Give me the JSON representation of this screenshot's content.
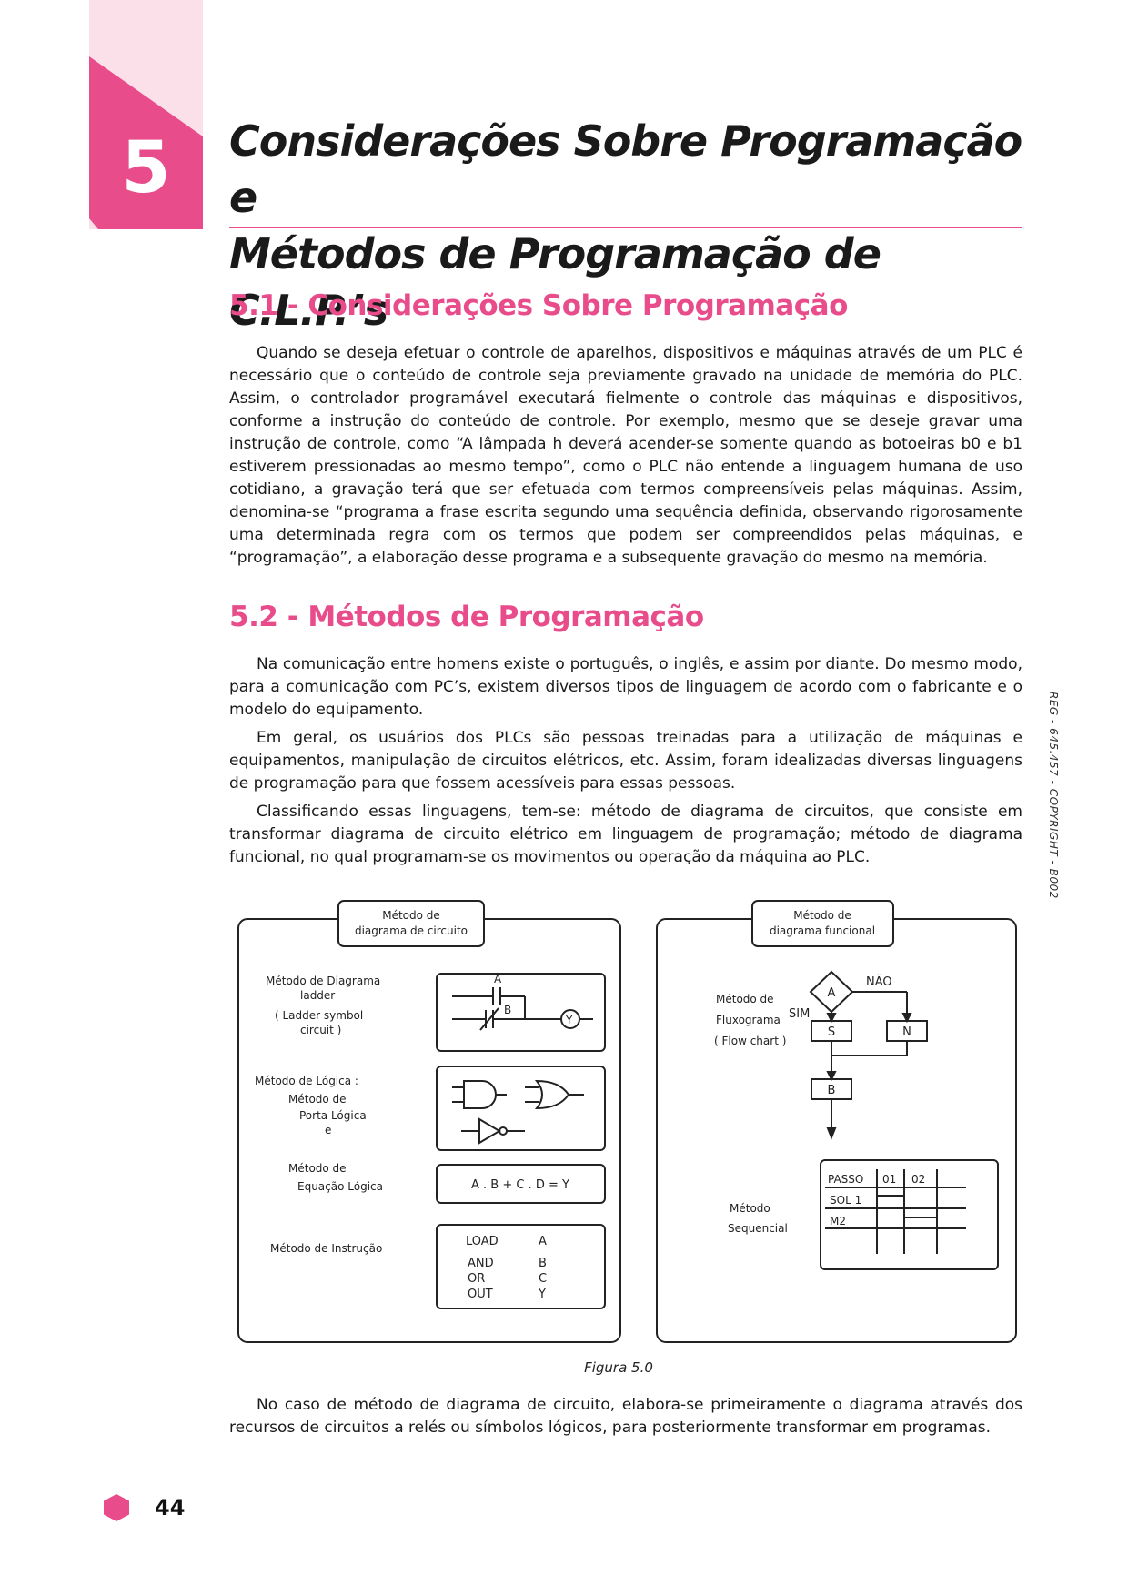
{
  "chapter": {
    "number": "5",
    "title_line1": "Considerações Sobre Programação e",
    "title_line2": "Métodos de Programação de C.L.P.’s",
    "accent_color": "#e84c8b",
    "light_color": "#fbe0ea"
  },
  "section1": {
    "heading": "5.1 - Considerações Sobre Programação",
    "paragraphs": [
      "Quando se deseja efetuar o controle de aparelhos, dispositivos e máquinas através de um PLC é necessário que o conteúdo de controle seja previamente gravado na unidade de memória do PLC. Assim, o controlador programável executará fielmente o controle das máquinas e dispositivos, conforme a instrução do conteúdo de controle. Por exemplo, mesmo que se deseje gravar uma instrução de controle, como “A lâmpada h deverá acender-se somente quando as botoeiras b0 e b1 estiverem pressionadas ao mesmo tempo”, como o PLC não entende a linguagem humana de uso cotidiano, a gravação terá que ser efetuada com termos compreensíveis pelas máquinas. Assim, denomina-se “programa a frase escrita segundo uma sequência definida, observando rigorosamente uma determinada regra com os termos que podem ser compreendidos pelas máquinas, e “programação”, a elaboração desse programa e a subsequente gravação do mesmo na memória."
    ]
  },
  "section2": {
    "heading": "5.2 - Métodos de Programação",
    "paragraphs": [
      "Na comunicação entre homens existe o português, o inglês, e assim por diante. Do mesmo modo, para a comunicação com PC’s, existem diversos tipos de linguagem de acordo com o fabricante e o modelo do equipamento.",
      "Em geral, os usuários dos PLCs são pessoas treinadas para a utilização de máquinas e equipamentos, manipulação de circuitos elétricos, etc. Assim, foram idealizadas diversas linguagens de programação para que fossem acessíveis para essas pessoas.",
      "Classificando essas linguagens, tem-se: método de diagrama de circuitos, que consiste em transformar diagrama de circuito elétrico em linguagem de programação; método de diagrama funcional, no qual programam-se os movimentos ou operação da máquina ao PLC."
    ]
  },
  "side_note": "REG - 645.457 - COPYRIGHT - B002",
  "figure": {
    "left_panel": {
      "title_line1": "Método de",
      "title_line2": "diagrama de circuito",
      "ladder_label": [
        "Método de Diagrama",
        "ladder",
        "( Ladder symbol",
        "circuit )"
      ],
      "ladder_contacts": [
        "A",
        "B",
        "Y"
      ],
      "logic_label": [
        "Método de Lógica :",
        "Método de",
        "Porta Lógica",
        "e"
      ],
      "equation_label": [
        "Método de",
        "Equação Lógica"
      ],
      "equation": "A . B + C . D = Y",
      "instruction_label": "Método de Instrução",
      "instructions": [
        [
          "LOAD",
          "A"
        ],
        [
          "AND",
          "B"
        ],
        [
          "OR",
          "C"
        ],
        [
          "OUT",
          "Y"
        ]
      ]
    },
    "right_panel": {
      "title_line1": "Método de",
      "title_line2": "diagrama funcional",
      "flow_label": [
        "Método de",
        "Fluxograma",
        "( Flow chart )"
      ],
      "flow_nodes": {
        "decision": "A",
        "no": "NÃO",
        "yes": "SIM",
        "s": "S",
        "n": "N",
        "b": "B"
      },
      "sequential_label": [
        "Método",
        "Sequencial"
      ],
      "sequential_table": {
        "headers": [
          "PASSO",
          "01",
          "02"
        ],
        "rows": [
          "SOL 1",
          "M2"
        ]
      }
    },
    "caption": "Figura 5.0"
  },
  "section2_after": "No caso de método de diagrama de circuito, elabora-se primeiramente o diagrama através dos recursos de circuitos a relés ou símbolos lógicos, para posteriormente transformar em programas.",
  "page_number": "44"
}
